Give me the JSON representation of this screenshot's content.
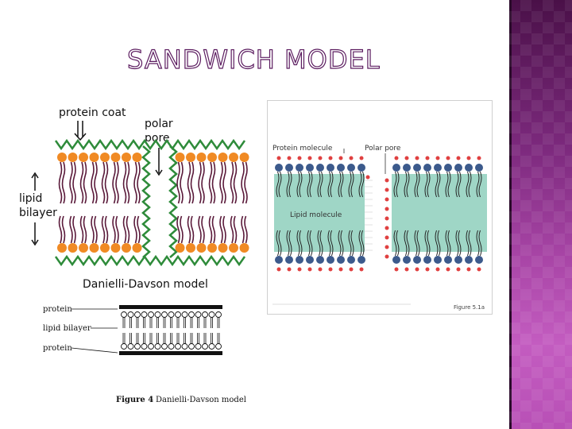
{
  "slide": {
    "title": "SANDWICH MODEL"
  },
  "diagram_left": {
    "label_protein_coat": "protein coat",
    "label_polar_pore_line1": "polar",
    "label_polar_pore_line2": "pore",
    "label_lipid_line1": "lipid",
    "label_lipid_line2": "bilayer",
    "caption": "Danielli-Davson model"
  },
  "diagram_right": {
    "label_protein_molecule": "Protein molecule",
    "label_polar_pore": "Polar pore",
    "label_lipid_molecule": "Lipid molecule",
    "figure_label": "Figure 5.1a"
  },
  "diagram_bottom": {
    "label_protein_top": "protein",
    "label_lipid_bilayer": "lipid bilayer",
    "label_protein_bottom": "protein",
    "caption_bold": "Figure 4",
    "caption_rest": "Danielli-Davson model"
  },
  "colors": {
    "title_outline": "#5a1a5e",
    "orange_heads": "#f08a24",
    "green_zigzag": "#2e8b3a",
    "teal_band": "#9fd6c6",
    "blue_heads": "#3c5a8c",
    "red_heads": "#e04040"
  }
}
